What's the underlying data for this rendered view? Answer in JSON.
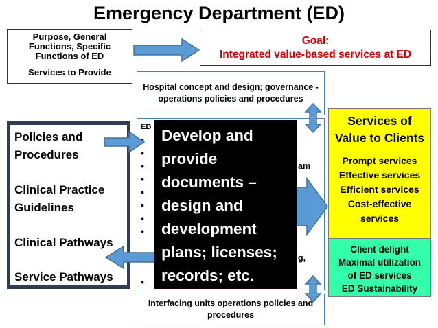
{
  "title": "Emergency Department (ED)",
  "purpose": {
    "lines": [
      "Purpose, General",
      "Functions, Specific",
      "Functions of ED"
    ],
    "services_to_provide": "Services to Provide"
  },
  "goal": {
    "label": "Goal:",
    "text": "Integrated value-based services at ED"
  },
  "hospital": "Hospital concept and design; governance - operations policies and procedures",
  "policies": [
    "Policies and",
    "Procedures",
    "Clinical Practice",
    "Guidelines",
    "Clinical Pathways",
    "Service Pathways"
  ],
  "ed_box": {
    "label": "ED",
    "bullet": "•",
    "fragments": [
      "am",
      "g,"
    ]
  },
  "overlay_lines": [
    "Develop and",
    "provide",
    "documents –",
    "design and",
    "development",
    "plans; licenses;",
    "records; etc."
  ],
  "services_of_value": {
    "heading": [
      "Services of",
      "Value to Clients"
    ],
    "items": [
      "Prompt services",
      "Effective services",
      "Efficient services",
      "Cost-effective",
      "services"
    ]
  },
  "outcomes": [
    "Client delight",
    "Maximal utilization",
    "of ED services",
    "ED Sustainability"
  ],
  "interfacing": "Interfacing units operations policies and procedures",
  "colors": {
    "goal_text": "#e00000",
    "arrow_fill": "#5b9bd5",
    "arrow_stroke": "#41719c",
    "services_bg": "#ffff00",
    "outcomes_bg": "#33ffaa",
    "policies_border": "#2e3d52",
    "ed_border": "#4a7db5"
  }
}
